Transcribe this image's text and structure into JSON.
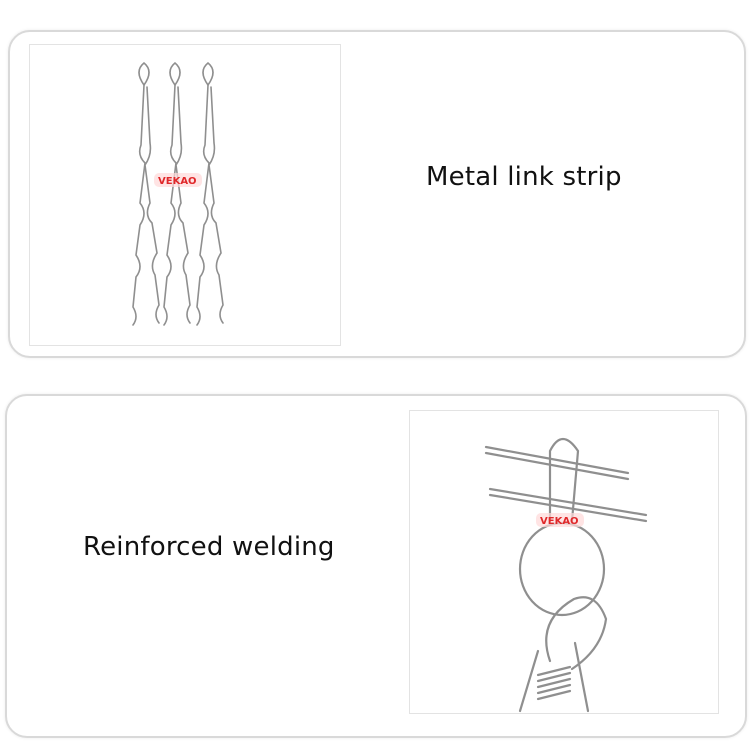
{
  "panels": [
    {
      "caption": "Metal link strip",
      "image": "metal-link-strip-photo",
      "watermark": "VEKAO"
    },
    {
      "caption": "Reinforced welding",
      "image": "reinforced-welding-photo",
      "watermark": "VEKAO"
    }
  ],
  "colors": {
    "border": "#d9d9d9",
    "metal": "#9a9a9a",
    "watermark": "#e0282a",
    "text": "#111111"
  }
}
